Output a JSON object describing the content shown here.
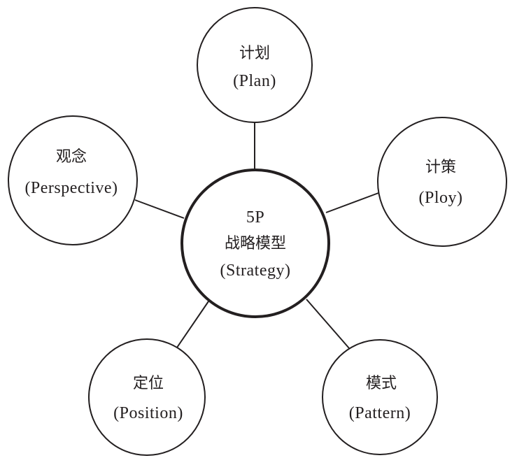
{
  "diagram": {
    "title": "5P 战略模型",
    "center": {
      "id": "strategy",
      "line1": "5P",
      "line2": "战略模型",
      "line3": "(Strategy)"
    },
    "nodes": [
      {
        "id": "plan",
        "cn": "计划",
        "en": "(Plan)"
      },
      {
        "id": "ploy",
        "cn": "计策",
        "en": "(Ploy)"
      },
      {
        "id": "pattern",
        "cn": "模式",
        "en": "(Pattern)"
      },
      {
        "id": "position",
        "cn": "定位",
        "en": "(Position)"
      },
      {
        "id": "perspective",
        "cn": "观念",
        "en": "(Perspective)"
      }
    ],
    "edges": [
      {
        "from": "strategy",
        "to": "plan"
      },
      {
        "from": "strategy",
        "to": "ploy"
      },
      {
        "from": "strategy",
        "to": "pattern"
      },
      {
        "from": "strategy",
        "to": "position"
      },
      {
        "from": "strategy",
        "to": "perspective"
      }
    ],
    "colors": {
      "stroke": "#231f20",
      "background": "#ffffff"
    }
  }
}
